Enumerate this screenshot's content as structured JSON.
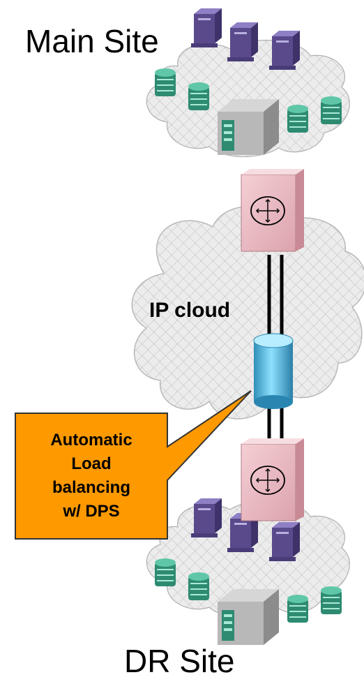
{
  "labels": {
    "main_site": "Main Site",
    "dr_site": "DR Site",
    "ip_cloud": "IP cloud"
  },
  "callout": {
    "lines": [
      "Automatic",
      "Load",
      "balancing",
      "w/ DPS"
    ],
    "fill_color": "#FF9900",
    "border_color": "#333333"
  },
  "colors": {
    "router": "#E8B4BC",
    "optical_device": "#66CCEE",
    "server": "#5A4A8C",
    "storage": "#2E8B72",
    "ip_cloud": "#E8E8E8"
  },
  "icons": {
    "main_site_servers": [
      "server-icon",
      "server-icon",
      "server-icon"
    ],
    "main_site_storage": [
      "storage-icon",
      "storage-icon",
      "storage-icon",
      "storage-icon"
    ],
    "dr_site_servers": [
      "server-icon",
      "server-icon",
      "server-icon"
    ],
    "dr_site_storage": [
      "storage-icon",
      "storage-icon",
      "storage-icon",
      "storage-icon"
    ]
  }
}
